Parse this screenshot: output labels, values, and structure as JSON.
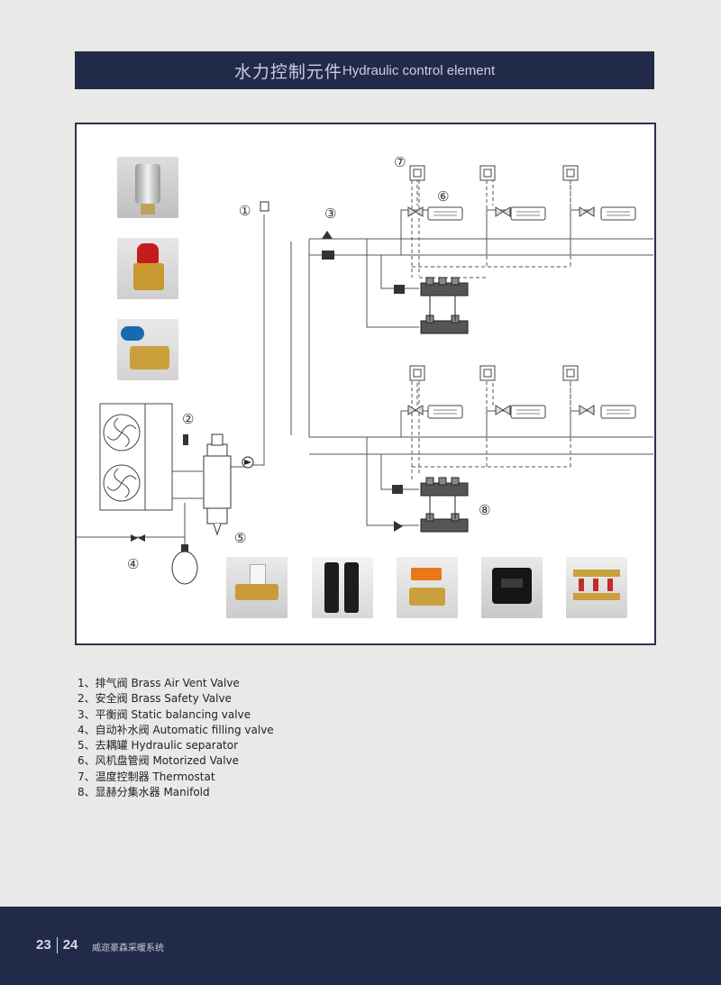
{
  "header": {
    "title_cn": "水力控制元件",
    "title_en": "Hydraulic control element"
  },
  "diagram": {
    "callouts": [
      "①",
      "②",
      "③",
      "④",
      "⑤",
      "⑥",
      "⑦",
      "⑧"
    ]
  },
  "legend": [
    "1、排气阀 Brass  Air  Vent  Valve",
    "2、安全阀 Brass Safety Valve",
    "3、平衡阀 Static balancing valve",
    "4、自动补水阀 Automatic filling valve",
    "5、去耦罐 Hydraulic separator",
    "6、风机盘管阀 Motorized Valve",
    "7、温度控制器 Thermostat",
    "8、显赫分集水器 Manifold"
  ],
  "footer": {
    "page_left": "23",
    "page_right": "24",
    "brand": "威迩豪森采暖系统"
  },
  "colors": {
    "navy": "#222a4a",
    "page_bg": "#e9e9e7",
    "line": "#555555"
  }
}
